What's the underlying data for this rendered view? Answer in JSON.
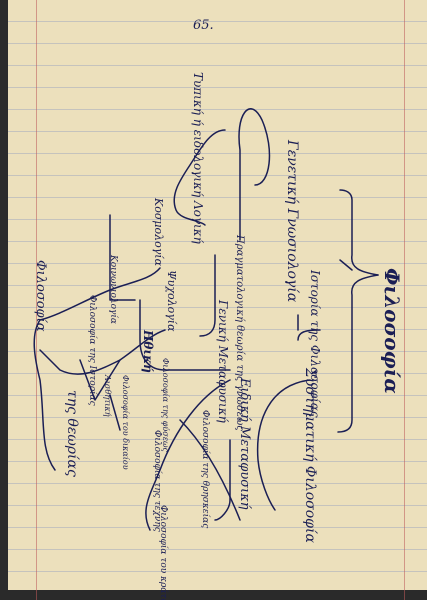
{
  "page_number": "65.",
  "nodes": {
    "root": "Φιλοσοφία",
    "systematic_part": "Συστηματική Φιλοσοφία",
    "history": "Ιστορία της Φιλοσοφίας",
    "epistemology_root": "Γενετική Γνωσιολογία",
    "pragmatic_theory": "Πραγματολογική θεωρία της γνώσεως",
    "typical_logic": "Τυπική ή ειδολογική Λογική",
    "general_metaphysics": "Γενική Μεταφυσική",
    "special_metaphysics": "Ειδική Μεταφυσική",
    "cosmology": "Κοσμολογία",
    "psychology": "Ψυχολογία",
    "ethics": "Ηθική",
    "sociology": "Κοινωνιολογία",
    "philosophy_of_history": "Φιλοσοφία της Ιστορίας",
    "philosophy_of_religion": "Φιλοσοφία της θρησκείας",
    "philosophy_of_art": "Φιλοσοφία της τέχνης",
    "philosophy_of_law": "Φιλοσοφία του δικαίου",
    "philosophy_of_nature": "Φιλοσοφία της φύσεως",
    "aesthetics": "Αισθητική",
    "philosophy_of_state": "Φιλοσοφία του κράτους",
    "philosophy_side": "Φιλοσοφία",
    "of_theory": "της θεωρίας"
  }
}
